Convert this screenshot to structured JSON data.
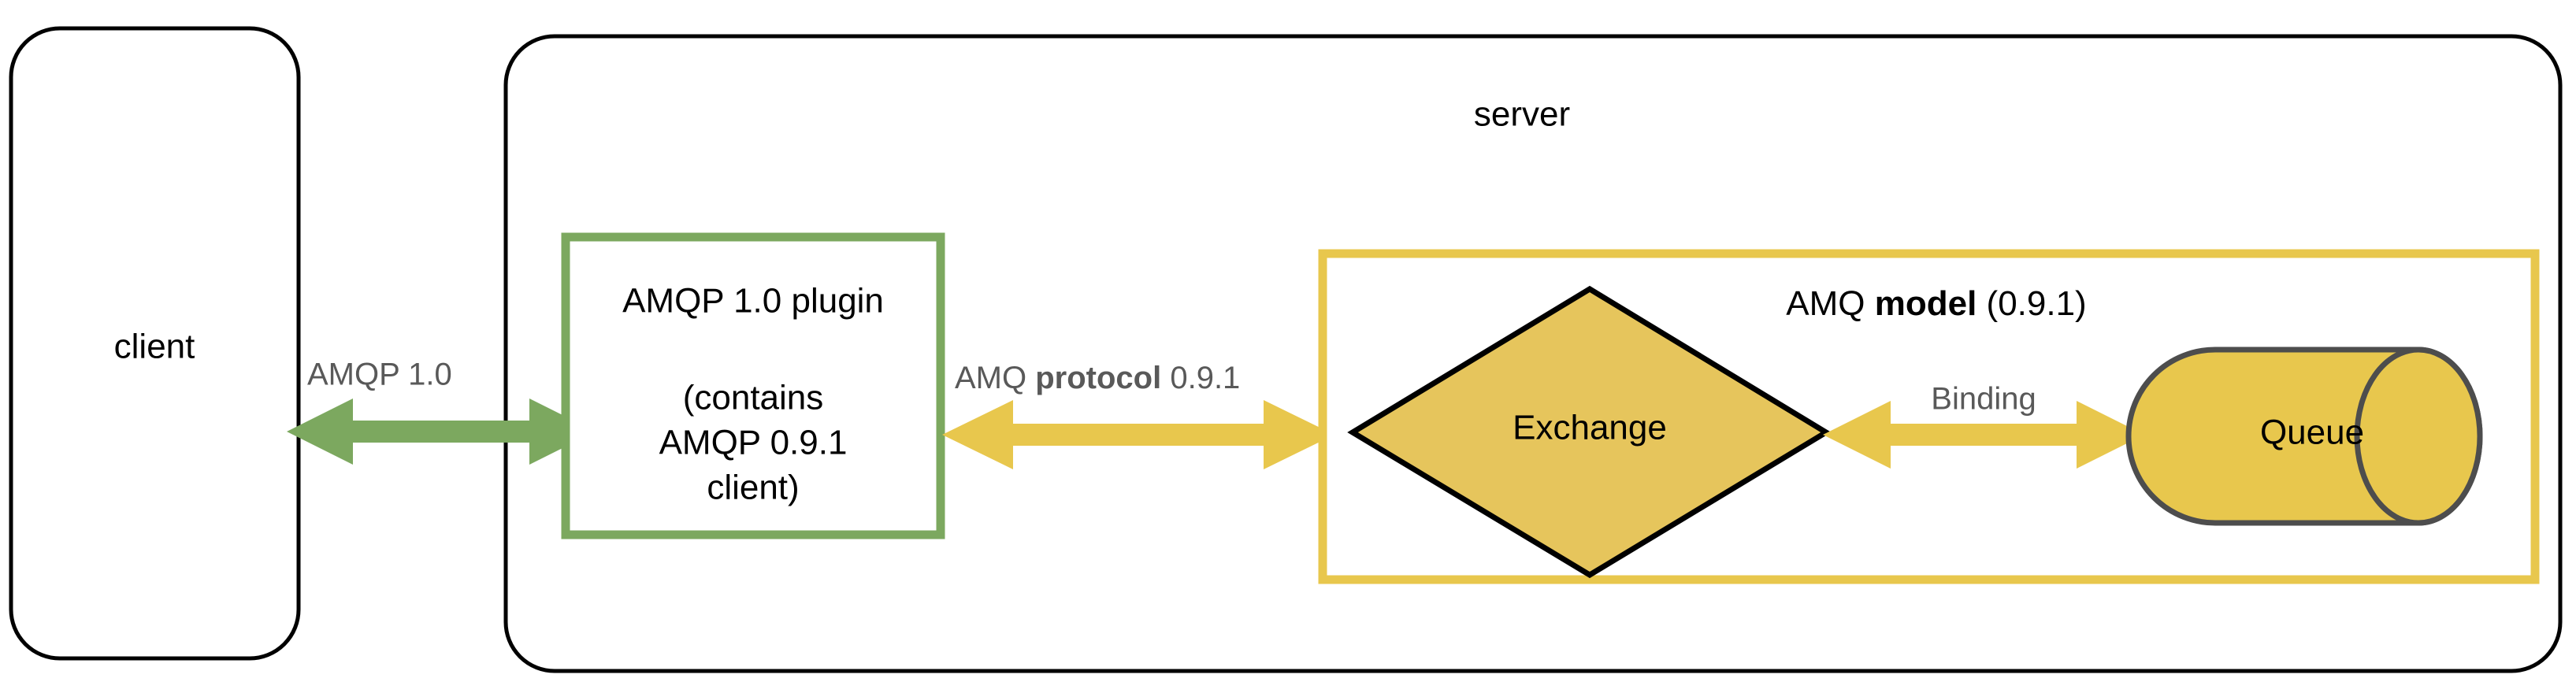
{
  "diagram": {
    "title": "AMQP 1.0 plugin / AMQ 0.9.1 model topology",
    "colors": {
      "green": "#7CA85F",
      "yellow": "#E8C74D",
      "gold_fill": "#E6C55C",
      "outline_black": "#000000",
      "outline_gray": "#4D4D4D",
      "label_gray": "#595959",
      "background": "#FFFFFF"
    },
    "nodes": {
      "client_box": {
        "label": "client",
        "shape": "rounded-rectangle",
        "stroke": "#000000",
        "fill": "#FFFFFF"
      },
      "server_box": {
        "label": "server",
        "shape": "rounded-rectangle",
        "stroke": "#000000",
        "fill": "#FFFFFF"
      },
      "plugin_box": {
        "label_line1": "AMQP 1.0 plugin",
        "label_line2": "(contains",
        "label_line3": "AMQP 0.9.1",
        "label_line4": "client)",
        "shape": "rectangle",
        "stroke": "#7CA85F",
        "fill": "#FFFFFF"
      },
      "model_box": {
        "label_prefix": "AMQ ",
        "label_bold": "model",
        "label_suffix": " (0.9.1)",
        "shape": "rectangle",
        "stroke": "#E8C74D",
        "fill": "#FFFFFF"
      },
      "exchange": {
        "label": "Exchange",
        "shape": "diamond",
        "stroke": "#000000",
        "fill": "#E6C55C"
      },
      "queue": {
        "label": "Queue",
        "shape": "cylinder",
        "stroke": "#4D4D4D",
        "fill": "#E8C74D"
      }
    },
    "edges": {
      "client_to_plugin": {
        "label": "AMQP 1.0",
        "color": "#7CA85F",
        "direction": "bidirectional",
        "label_color": "#595959"
      },
      "plugin_to_model": {
        "label_prefix": "AMQ ",
        "label_bold": "protocol",
        "label_suffix": " 0.9.1",
        "color": "#E8C74D",
        "direction": "bidirectional",
        "label_color": "#595959"
      },
      "exchange_to_queue": {
        "label": "Binding",
        "color": "#E8C74D",
        "direction": "bidirectional",
        "label_color": "#595959"
      }
    }
  }
}
